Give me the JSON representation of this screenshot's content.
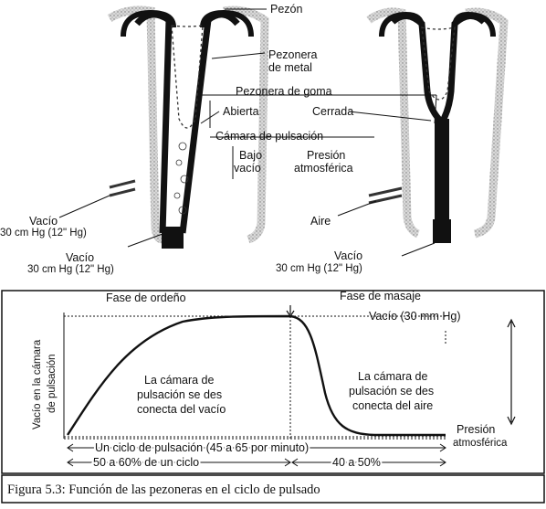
{
  "labels": {
    "pezon": "Pezón",
    "pezonera_metal_1": "Pezonera",
    "pezonera_metal_2": "de metal",
    "pezonera_goma": "Pezonera de goma",
    "abierta": "Abierta",
    "cerrada": "Cerrada",
    "camara_pulsacion": "Cámara de pulsación",
    "bajo_vacio_1": "Bajo",
    "bajo_vacio_2": "vacío",
    "presion_atm_1": "Presión",
    "presion_atm_2": "atmosférica",
    "vacio_left_1": "Vacío",
    "vacio_left_2": "30 cm Hg (12\" Hg)",
    "vacio_bottom_left_1": "Vacío",
    "vacio_bottom_left_2": "30 cm Hg (12\" Hg)",
    "aire": "Aire",
    "vacio_bottom_right_1": "Vacío",
    "vacio_bottom_right_2": "30 cm Hg (12\" Hg)"
  },
  "graph": {
    "phase_milking": "Fase de ordeño",
    "phase_massage": "Fase de masaje",
    "y_axis_1": "Vacío en la cámara",
    "y_axis_2": "de pulsación",
    "vacuum_level": "Vacío (30 mm Hg)",
    "milking_text_1": "La cámara de",
    "milking_text_2": "pulsación se des",
    "milking_text_3": "conecta del vacío",
    "massage_text_1": "La cámara de",
    "massage_text_2": "pulsación se des",
    "massage_text_3": "conecta del aire",
    "atm_1": "Presión",
    "atm_2": "atmosférica",
    "cycle": "Un ciclo de pulsación (45 a 65 por minuto)",
    "milking_pct": "50 a 60% de un ciclo",
    "massage_pct": "40 a 50%"
  },
  "caption": "Figura 5.3: Función de las pezoneras en el ciclo de pulsado"
}
